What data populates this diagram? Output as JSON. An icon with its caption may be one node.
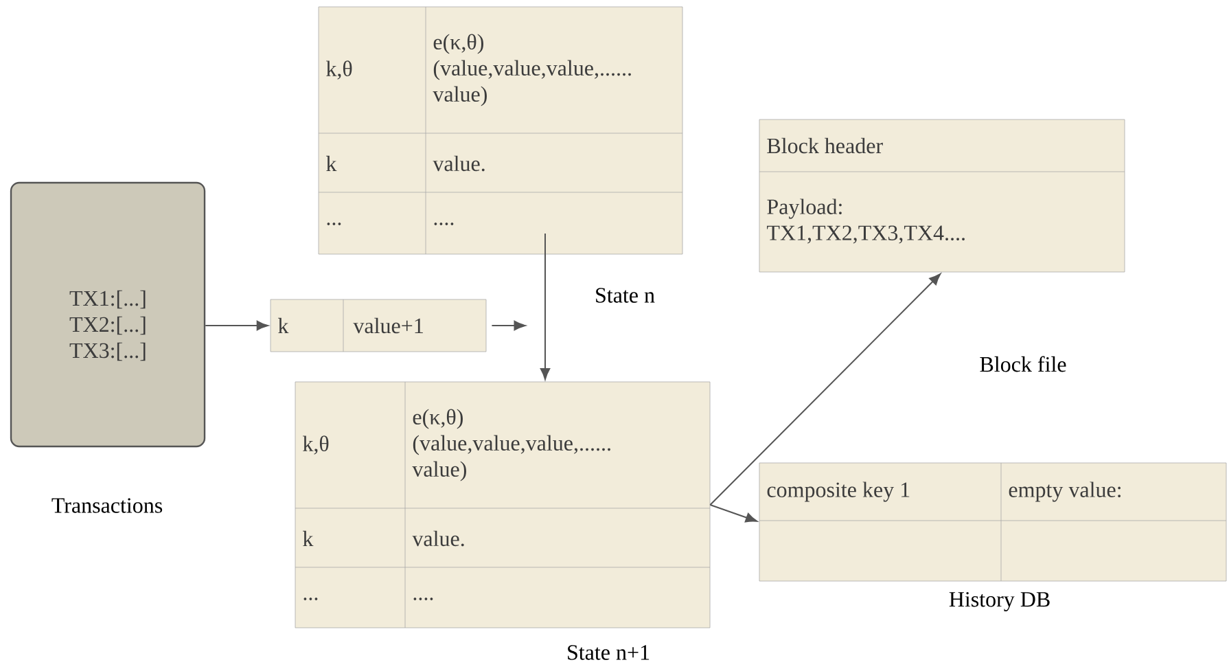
{
  "diagram": {
    "nodes": [
      {
        "text": [
          "TX1:[...] TX2:[...] TX3:[...]"
        ],
        "beside": [
          "Transactions"
        ]
      },
      {
        "text": [
          "k",
          "value+1"
        ]
      },
      {
        "text": [
          "k,θ",
          "e(κ,θ) (value,value,value,...... value)",
          "k",
          "value.",
          "...",
          "...."
        ],
        "beside": [
          "State n"
        ]
      },
      {
        "text": [
          "k,θ",
          "e(κ,θ) (value,value,value,...... value)",
          "k",
          "value.",
          "...",
          "...."
        ],
        "beside": [
          "State n+1"
        ]
      },
      {
        "text": [
          "Block header",
          "Payload: TX1,TX2,TX3,TX4...."
        ],
        "beside": [
          "Block file"
        ]
      },
      {
        "text": [
          "composite key 1",
          "empty value:"
        ],
        "beside": [
          "History DB"
        ]
      }
    ],
    "edges": [
      {
        "from": 0,
        "to": 1,
        "arrow": "to"
      },
      {
        "from": 1,
        "to": null,
        "arrow": "to"
      },
      {
        "from": 2,
        "to": 3,
        "arrow": "to"
      },
      {
        "from": 3,
        "to": 4,
        "arrow": "to"
      },
      {
        "from": 3,
        "to": 5,
        "arrow": "to"
      }
    ]
  }
}
